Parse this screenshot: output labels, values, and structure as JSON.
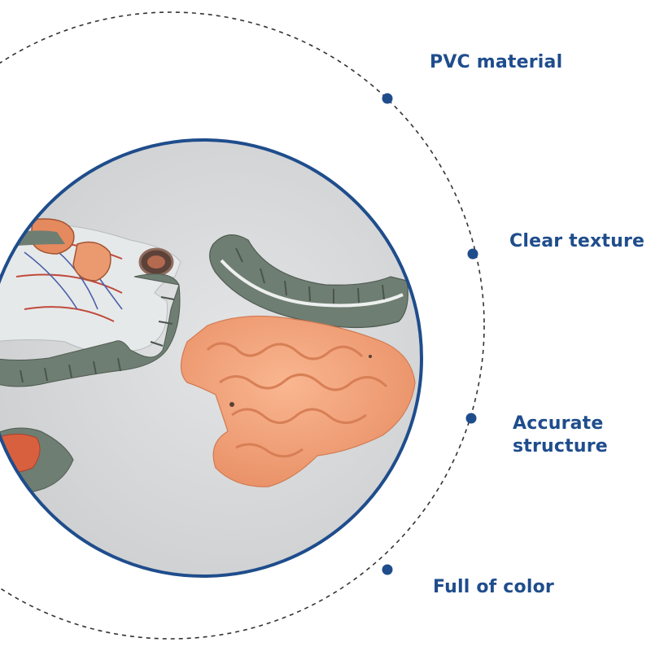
{
  "features": [
    {
      "label": "PVC material"
    },
    {
      "label": "Clear texture"
    },
    {
      "label": "Accurate\nstructure"
    },
    {
      "label": "Full of color"
    }
  ],
  "colors": {
    "accent": "#1f4d8c",
    "dashed_ring": "#333333",
    "photo_background": "#d9dbdc",
    "intestine_green": "#6f7e72",
    "small_intestine_orange": "#f4a57c"
  },
  "photo_subject": "anatomical model of the digestive organs: colon sections and small intestine"
}
